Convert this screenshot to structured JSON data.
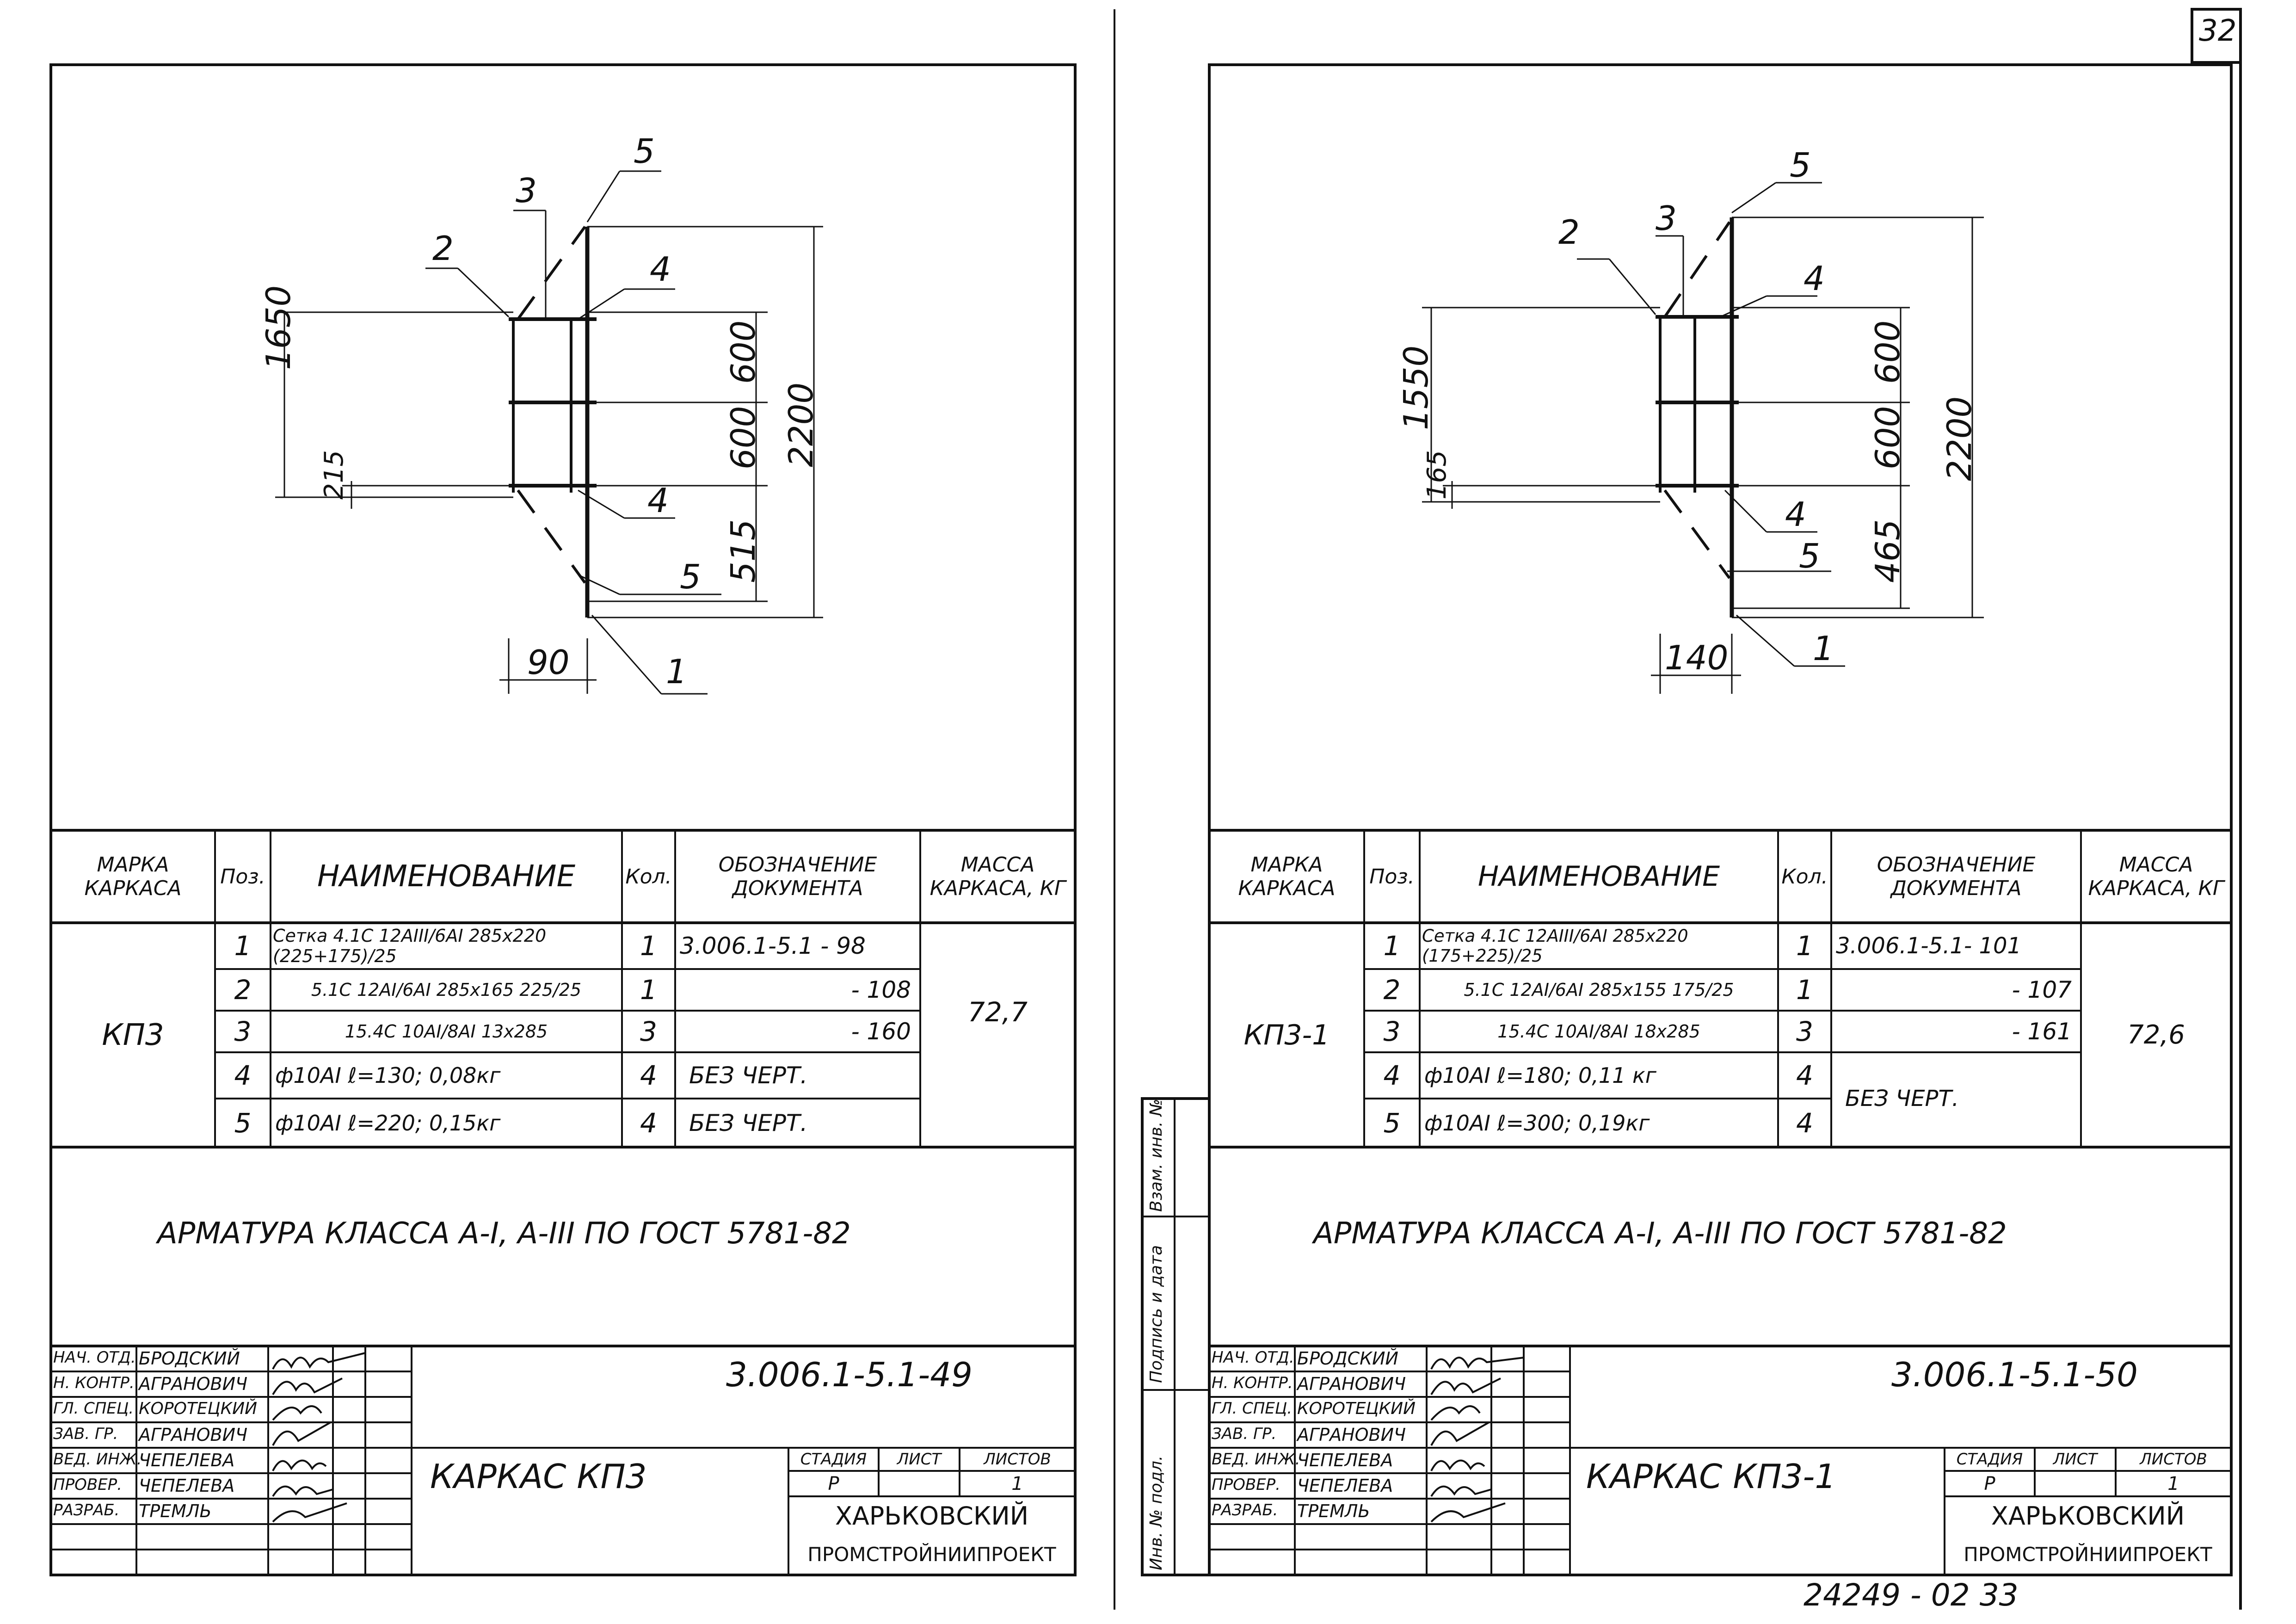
{
  "page_number": "32",
  "bottom_code": "24249 - 02   33",
  "table_headers": {
    "mark": "МАРКА КАРКАСА",
    "pos": "Поз.",
    "name": "НАИМЕНОВАНИЕ",
    "qty": "Кол.",
    "doc": "ОБОЗНАЧЕНИЕ ДОКУМЕНТА",
    "mass": "МАССА КАРКАСА, КГ"
  },
  "stamp_labels": {
    "roles": [
      "НАЧ. ОТД.",
      "Н. КОНТР.",
      "ГЛ. СПЕЦ.",
      "ЗАВ. ГР.",
      "ВЕД. ИНЖ.",
      "ПРОВЕР.",
      "РАЗРАБ."
    ],
    "names": [
      "БРОДСКИЙ",
      "АГРАНОВИЧ",
      "КОРОТЕЦКИЙ",
      "АГРАНОВИЧ",
      "ЧЕПЕЛЕВА",
      "ЧЕПЕЛЕВА",
      "ТРЕМЛЬ"
    ],
    "stage": "СТАДИЯ",
    "sheet": "ЛИСТ",
    "sheets": "ЛИСТОВ",
    "stage_value": "Р",
    "sheets_value": "1",
    "org_line1": "ХАРЬКОВСКИЙ",
    "org_line2": "ПРОМСТРОЙНИИПРОЕКТ"
  },
  "side_stamp": {
    "inv": "Инв. № подл.",
    "sign": "Подпись и дата",
    "vzam": "Взам. инв. №"
  },
  "sheets": [
    {
      "dims": {
        "d1650": "1650",
        "d215": "215",
        "d600a": "600",
        "d600b": "600",
        "d515": "515",
        "d2200": "2200",
        "d90": "90"
      },
      "callouts": [
        "1",
        "2",
        "3",
        "4",
        "4",
        "5",
        "5"
      ],
      "mark": "КП3",
      "mass": "72,7",
      "rows": [
        {
          "pos": "1",
          "name": "Сетка 4.1С 12АIII/6АI 285x220 (225+175)/25",
          "qty": "1",
          "doc": "3.006.1-5.1 - 98"
        },
        {
          "pos": "2",
          "name": "5.1С 12АI/6АI 285x165 225/25",
          "qty": "1",
          "doc": "- 108"
        },
        {
          "pos": "3",
          "name": "15.4С 10АI/8АI 13x285",
          "qty": "3",
          "doc": "- 160"
        },
        {
          "pos": "4",
          "name": "ф10АI  ℓ=130;   0,08кг",
          "qty": "4",
          "doc": "БЕЗ ЧЕРТ."
        },
        {
          "pos": "5",
          "name": "ф10АI  ℓ=220;   0,15кг",
          "qty": "4",
          "doc": "БЕЗ ЧЕРТ."
        }
      ],
      "note": "АРМАТУРА КЛАССА А-I, А-III ПО ГОСТ 5781-82",
      "doc_code": "3.006.1-5.1-49",
      "title": "КАРКАС КП3"
    },
    {
      "dims": {
        "d1550": "1550",
        "d165": "165",
        "d600a": "600",
        "d600b": "600",
        "d465": "465",
        "d2200": "2200",
        "d140": "140"
      },
      "callouts": [
        "1",
        "2",
        "3",
        "4",
        "4",
        "5",
        "5"
      ],
      "mark": "КП3-1",
      "mass": "72,6",
      "rows": [
        {
          "pos": "1",
          "name": "Сетка 4.1С 12АIII/6АI 285x220 (175+225)/25",
          "qty": "1",
          "doc": "3.006.1-5.1- 101"
        },
        {
          "pos": "2",
          "name": "5.1С 12АI/6АI 285x155 175/25",
          "qty": "1",
          "doc": "- 107"
        },
        {
          "pos": "3",
          "name": "15.4С 10АI/8АI 18x285",
          "qty": "3",
          "doc": "- 161"
        },
        {
          "pos": "4",
          "name": "ф10АI  ℓ=180;   0,11 кг",
          "qty": "4",
          "doc": "БЕЗ ЧЕРТ."
        },
        {
          "pos": "5",
          "name": "ф10АI  ℓ=300;   0,19кг",
          "qty": "4",
          "doc": ""
        }
      ],
      "note": "АРМАТУРА КЛАССА А-I, А-III ПО ГОСТ 5781-82",
      "doc_code": "3.006.1-5.1-50",
      "title": "КАРКАС КП3-1"
    }
  ]
}
